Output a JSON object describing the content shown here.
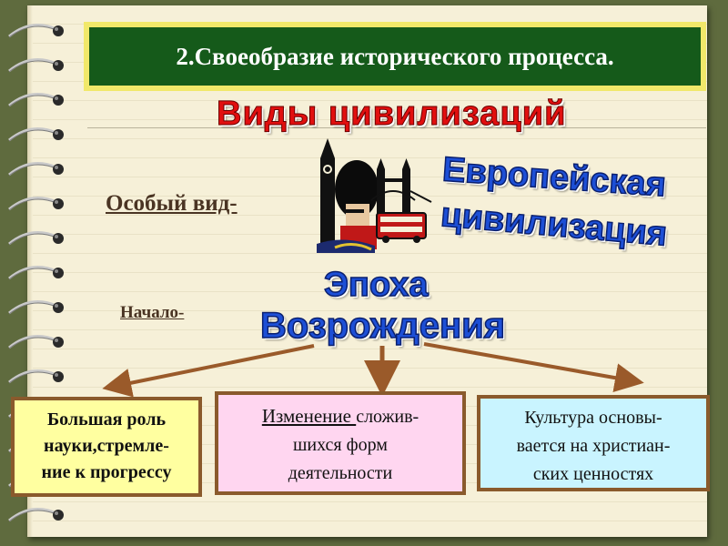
{
  "title": "2.Своеобразие исторического процесса.",
  "heading": "Виды цивилизаций",
  "european_line1": "Европейская",
  "european_line2": "цивилизация",
  "special_kind_label": "Особый вид-",
  "start_label": "Начало-",
  "epoch_line1": "Эпоха",
  "epoch_line2": "Возрождения",
  "boxes": [
    {
      "lines": [
        "Большая роль",
        "науки,стремле-",
        "ние к прогрессу"
      ]
    },
    {
      "underlined": "Изменение ",
      "rest1": "сложив-",
      "lines": [
        "шихся форм",
        "деятельности"
      ]
    },
    {
      "lines": [
        "Культура основы-",
        "вается на христиан-",
        "ских ценностях"
      ]
    }
  ],
  "colors": {
    "title_bg": "#155a1a",
    "title_border": "#f1e86a",
    "wordart_red": "#e10f0f",
    "wordart_blue": "#1d4fd6",
    "box1_bg": "#ffffa0",
    "box2_bg": "#ffd6f0",
    "box3_bg": "#c9f4ff",
    "arrow": "#9a5a2a"
  },
  "clipart": "london-landmarks-icon"
}
